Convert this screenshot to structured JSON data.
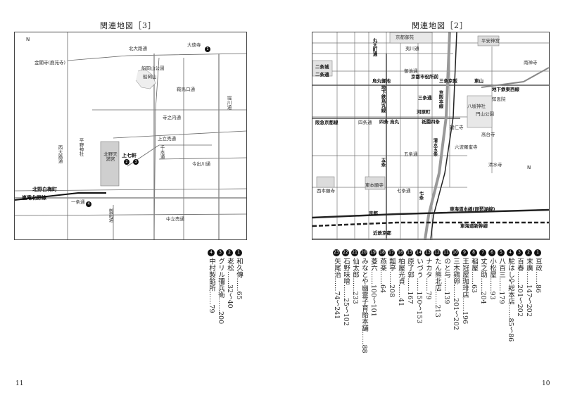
{
  "left_map": {
    "title": "関連地図［3］",
    "north": "N",
    "labels": {
      "kinkakuji": "金閣寺(鹿苑寺)",
      "kitaoji": "北大路通",
      "daitokuji": "大徳寺",
      "funaoka_park": "船岡山公園",
      "funaoka": "船岡山",
      "kuramaguchi": "鞍馬口通",
      "horikawa": "堀川通",
      "teranouchi": "寺之内通",
      "kamishichiken_st": "上立売通",
      "senbon": "千本通",
      "kamishichiken": "上七軒",
      "imadegawa": "今出川通",
      "nishioji": "西大路通",
      "hirano": "平野神社",
      "kitano": "北野天満宮",
      "kitano_hakubaicho": "北野白梅町",
      "randen": "嵐電北野線",
      "ichijo": "一条通",
      "gozen": "御前通",
      "nakadachiuri": "中立売通"
    },
    "markers": [
      "1",
      "2",
      "3",
      "4"
    ]
  },
  "right_map": {
    "title": "関連地図［2］",
    "north": "N",
    "labels": {
      "gosho": "京都御苑",
      "marutamachi": "丸太町通",
      "ebisugawa": "夷川通",
      "nijo": "二条通",
      "oike": "御池通",
      "sanjo": "三条通",
      "shijo": "四条通",
      "gojo": "五条通",
      "shichijo": "七条通",
      "nijojo": "二条城",
      "hankyu": "阪急京都線",
      "karasuma_line": "地下鉄烏丸線",
      "karasuma_oike": "烏丸御池",
      "karasuma": "烏丸",
      "shijo_st": "四条",
      "gion_shijo": "祇園四条",
      "kawaramachi": "河原町",
      "keihan": "京阪本線",
      "sanjo_keihan": "三条京阪",
      "kyoto_shiyakusho": "京都市役所前",
      "tozai": "地下鉄東西線",
      "higashiyama": "東山",
      "heian_jingu": "平安神宮",
      "nanzenji": "南禅寺",
      "chionin": "知恩院",
      "yasaka": "八坂神社",
      "maruyama": "円山公園",
      "kodaiji": "高台寺",
      "kiyomizu": "清水寺",
      "rokuharamitsuji": "六波羅蜜寺",
      "kenninji": "建仁寺",
      "higashi_honganji": "東本願寺",
      "nishi_honganji": "西本願寺",
      "kyoto": "京都",
      "kintetsu": "近鉄京都",
      "tokaido": "東海道本線(琵琶湖線)",
      "shinkansen": "東海道新幹線",
      "gojo_st": "五条",
      "shichijo_st": "七条",
      "kiyomizu_gojo": "清水五条"
    }
  },
  "right_index": [
    {
      "n": "1",
      "text": "豆政……86"
    },
    {
      "n": "2",
      "text": "末廣……147〜202"
    },
    {
      "n": "3",
      "text": "百春……201〜202"
    },
    {
      "n": "4",
      "text": "駝はしや総本店……85〜86"
    },
    {
      "n": "5",
      "text": "八百三……179"
    },
    {
      "n": "6",
      "text": "小松屋……93"
    },
    {
      "n": "7",
      "text": "丈之助……204"
    },
    {
      "n": "8",
      "text": "稲屋……63"
    },
    {
      "n": "9",
      "text": "王冠屋珈琲店……196"
    },
    {
      "n": "10",
      "text": "三木鶏卵……201〜202"
    },
    {
      "n": "11",
      "text": "のと与……139"
    },
    {
      "n": "12",
      "text": "たん熊北店……213"
    },
    {
      "n": "13",
      "text": "ナカタ……79"
    },
    {
      "n": "14",
      "text": "いづう……150〜153"
    },
    {
      "n": "15",
      "text": "原了郭……167"
    },
    {
      "n": "16",
      "text": "柏屋光貞……41"
    },
    {
      "n": "17",
      "text": "瓢亭……208"
    },
    {
      "n": "18",
      "text": "燕楽……64"
    },
    {
      "n": "19",
      "text": "菱六……100〜101"
    },
    {
      "n": "20",
      "text": "みなとや幽霊子育飴本舗……88"
    },
    {
      "n": "21",
      "text": "仙太郎……233"
    },
    {
      "n": "22",
      "text": "石野味噌……25〜102"
    },
    {
      "n": "23",
      "text": "矢尾治……74〜241"
    }
  ],
  "left_index": [
    {
      "n": "1",
      "text": "和久傳……65"
    },
    {
      "n": "2",
      "text": "老松……32〜40"
    },
    {
      "n": "3",
      "text": "グリル彌兵衛……200"
    },
    {
      "n": "4",
      "text": "中村製餡所……79"
    }
  ],
  "page_left": "11",
  "page_right": "10"
}
